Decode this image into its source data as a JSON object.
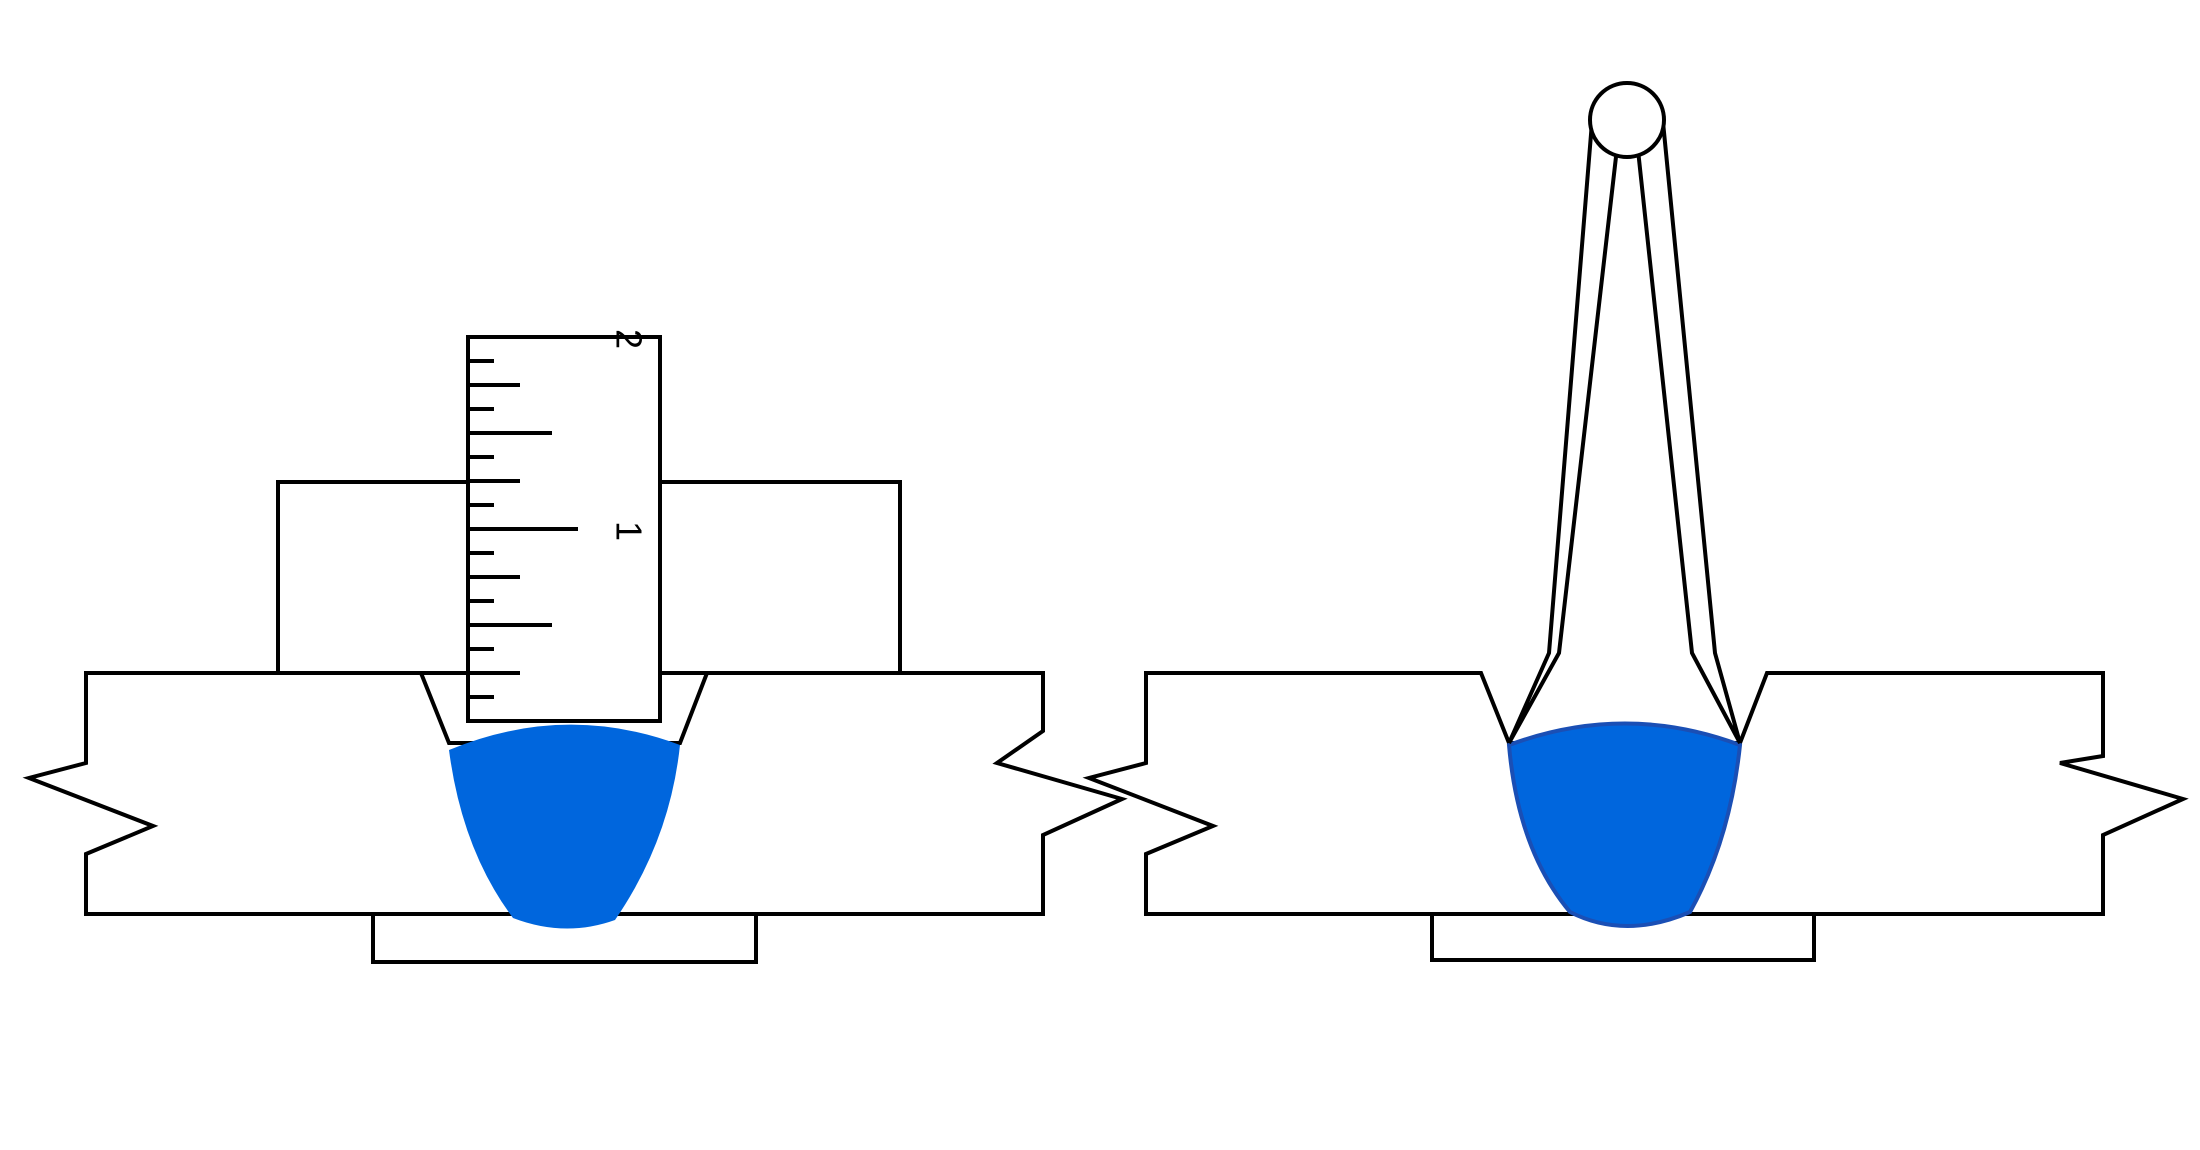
{
  "colors": {
    "weld_fill": "#0066dd",
    "weld_stroke": "#1a4fb5",
    "outline": "#000000",
    "background": "#ffffff"
  },
  "left_panel": {
    "ruler": {
      "labels": [
        "1",
        "2"
      ]
    }
  },
  "right_panel": {
    "tool": "divider-compass"
  }
}
